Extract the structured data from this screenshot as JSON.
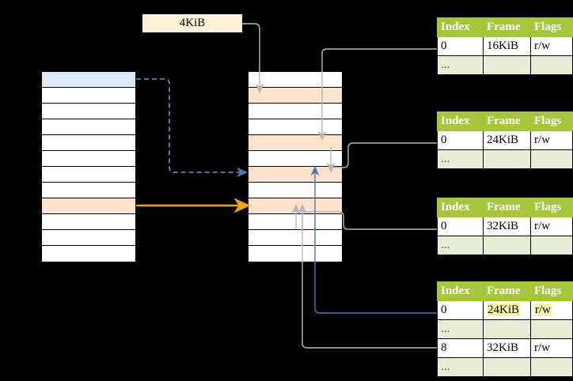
{
  "diagram": {
    "title_box": {
      "label": "4KiB"
    },
    "virtual_column": {
      "name": "virtual-address-space",
      "rows": [
        {
          "fill": "blue"
        },
        {
          "fill": "white"
        },
        {
          "fill": "white"
        },
        {
          "fill": "white"
        },
        {
          "fill": "white"
        },
        {
          "fill": "white"
        },
        {
          "fill": "white"
        },
        {
          "fill": "white"
        },
        {
          "fill": "peach"
        },
        {
          "fill": "white"
        },
        {
          "fill": "white"
        },
        {
          "fill": "white"
        }
      ]
    },
    "physical_column": {
      "name": "physical-memory",
      "rows": [
        {
          "fill": "white"
        },
        {
          "fill": "peach"
        },
        {
          "fill": "white"
        },
        {
          "fill": "white"
        },
        {
          "fill": "peach"
        },
        {
          "fill": "white"
        },
        {
          "fill": "peach"
        },
        {
          "fill": "white"
        },
        {
          "fill": "peach"
        },
        {
          "fill": "white"
        },
        {
          "fill": "white"
        },
        {
          "fill": "white"
        }
      ]
    },
    "page_tables": [
      {
        "name": "page-table-1",
        "headers": [
          "Index",
          "Frame",
          "Flags"
        ],
        "rows": [
          {
            "cells": [
              "0",
              "16KiB",
              "r/w"
            ],
            "style": "normal",
            "highlight": []
          },
          {
            "cells": [
              "...",
              "",
              ""
            ],
            "style": "alt",
            "highlight": []
          }
        ]
      },
      {
        "name": "page-table-2",
        "headers": [
          "Index",
          "Frame",
          "Flags"
        ],
        "rows": [
          {
            "cells": [
              "0",
              "24KiB",
              "r/w"
            ],
            "style": "normal",
            "highlight": []
          },
          {
            "cells": [
              "...",
              "",
              ""
            ],
            "style": "alt",
            "highlight": []
          }
        ]
      },
      {
        "name": "page-table-3",
        "headers": [
          "Index",
          "Frame",
          "Flags"
        ],
        "rows": [
          {
            "cells": [
              "0",
              "32KiB",
              "r/w"
            ],
            "style": "normal",
            "highlight": []
          },
          {
            "cells": [
              "...",
              "",
              ""
            ],
            "style": "alt",
            "highlight": []
          }
        ]
      },
      {
        "name": "page-table-4",
        "headers": [
          "Index",
          "Frame",
          "Flags"
        ],
        "rows": [
          {
            "cells": [
              "0",
              "24KiB",
              "r/w"
            ],
            "style": "normal",
            "highlight": [
              1,
              2
            ]
          },
          {
            "cells": [
              "...",
              "",
              ""
            ],
            "style": "alt",
            "highlight": []
          },
          {
            "cells": [
              "8",
              "32KiB",
              "r/w"
            ],
            "style": "normal",
            "highlight": []
          },
          {
            "cells": [
              "...",
              "",
              ""
            ],
            "style": "alt",
            "highlight": []
          }
        ]
      }
    ],
    "colors": {
      "header_green": "#a6c63c",
      "alt_row": "#e8eed4",
      "peach": "#fde2cc",
      "blue_fill": "#dce9fb",
      "size_box": "#fdf2d8",
      "highlight_yellow": "#fcf5a8",
      "orange_arrow": "#e8a50c",
      "blue_arrow": "#4878b8",
      "gray_arrow": "#b3b3b3"
    }
  }
}
